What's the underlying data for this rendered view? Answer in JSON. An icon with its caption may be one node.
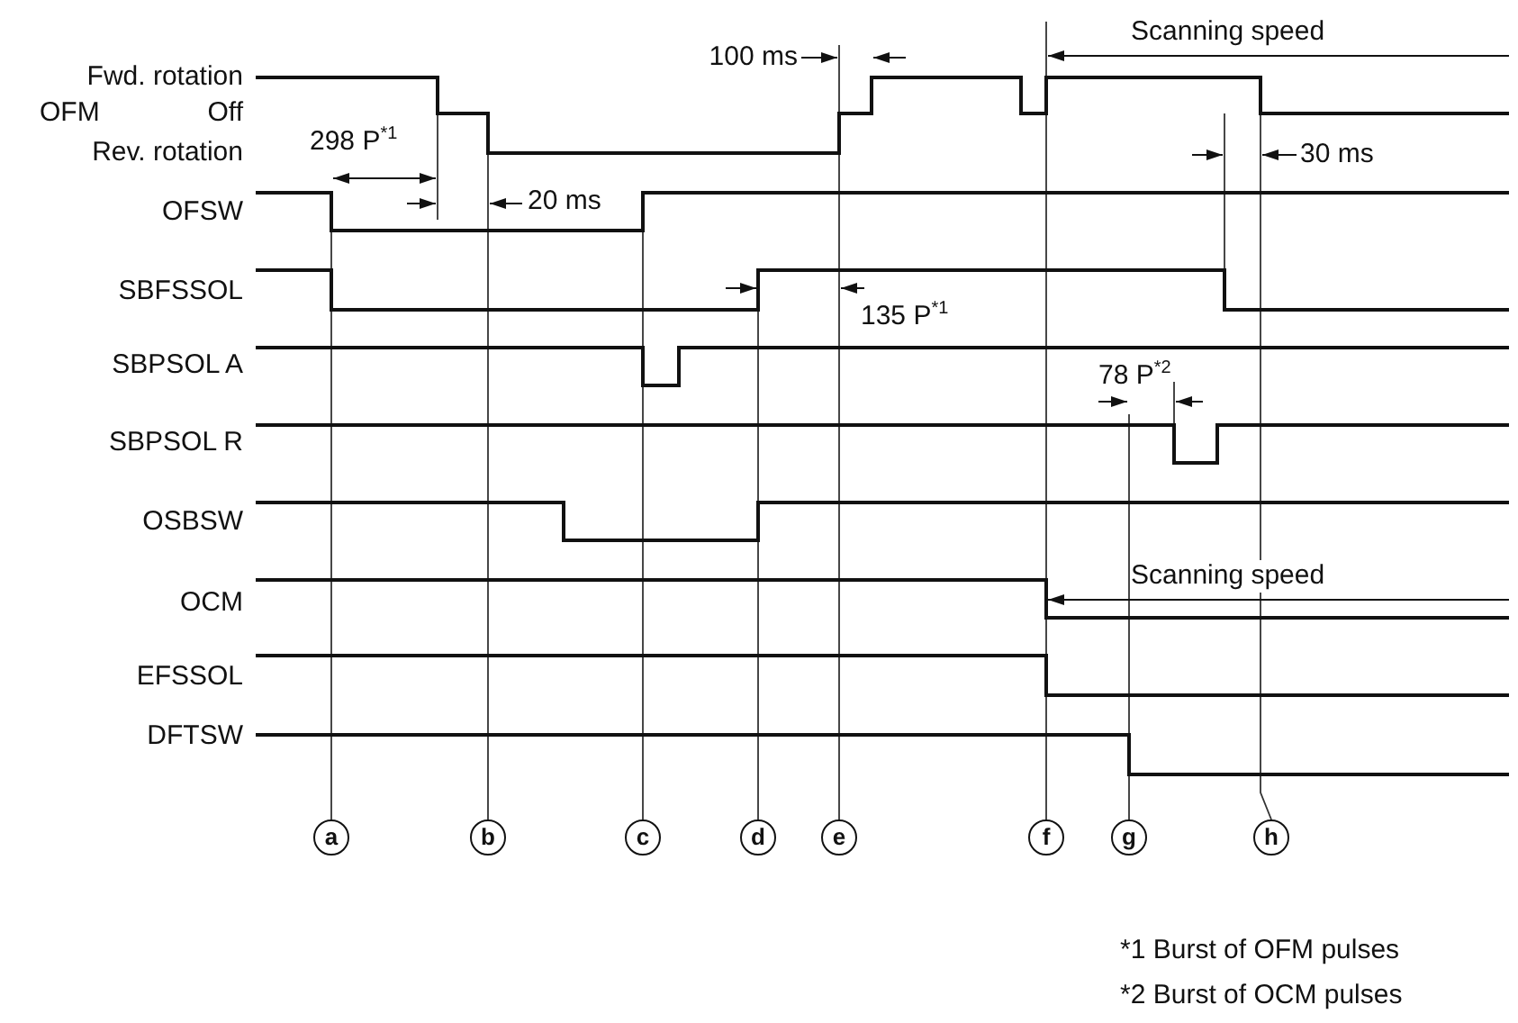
{
  "diagram": {
    "nodes": [
      {
        "text": [
          "a"
        ]
      },
      {
        "text": [
          "b"
        ]
      },
      {
        "text": [
          "c"
        ]
      },
      {
        "text": [
          "d"
        ]
      },
      {
        "text": [
          "e"
        ]
      },
      {
        "text": [
          "f"
        ]
      },
      {
        "text": [
          "g"
        ]
      },
      {
        "text": [
          "h"
        ]
      }
    ],
    "labels": [
      "Fwd. rotation",
      "100 ms",
      "Scanning speed",
      "OFM",
      "Off",
      "298 P$^{*1}$",
      "Rev. rotation",
      "30 ms",
      "OFSW",
      "20 ms",
      "SBFSSOL",
      "135 P$^{*1}$",
      "SBPSOL A",
      "78 P$^{*2}$",
      "SBPSOL R",
      "OSBSW",
      "Scanning speed",
      "OCM",
      "EFSSOL",
      "DFTSW",
      "*1 Burst of OFM pulses",
      "*2 Burst of OCM pulses"
    ]
  }
}
